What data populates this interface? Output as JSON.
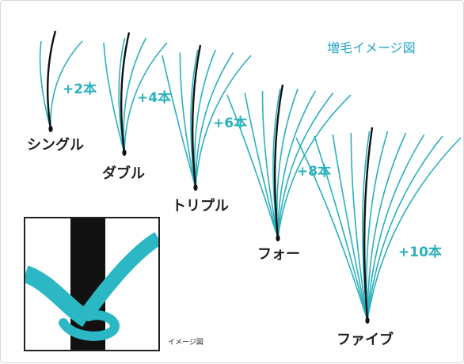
{
  "title": "増毛イメージ図",
  "colors": {
    "accent": "#2bb0bd",
    "dark_lash": "#111111",
    "text": "#1f1f1f",
    "title": "#2aa8c6"
  },
  "lash_types": [
    {
      "name": "シングル",
      "extensions": "+2本",
      "count": 2
    },
    {
      "name": "ダブル",
      "extensions": "+4本",
      "count": 4
    },
    {
      "name": "トリプル",
      "extensions": "+6本",
      "count": 6
    },
    {
      "name": "フォー",
      "extensions": "+8本",
      "count": 8
    },
    {
      "name": "ファイブ",
      "extensions": "+10本",
      "count": 10
    }
  ],
  "inset": {
    "caption": "イメージ図"
  }
}
